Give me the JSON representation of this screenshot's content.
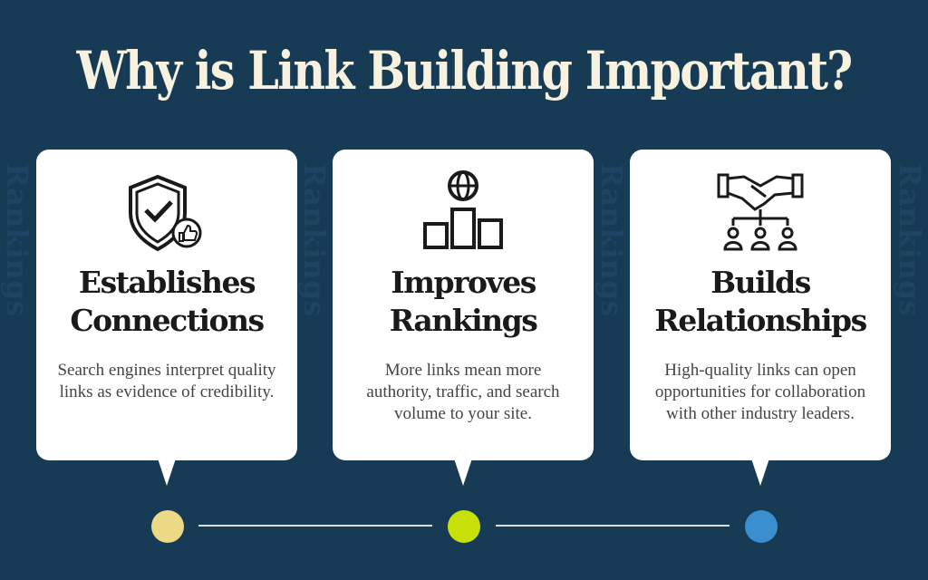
{
  "watermark": "Rankings",
  "title": "Why is Link Building Important?",
  "cards": [
    {
      "icon": "shield-check-thumbs-up-icon",
      "heading_line1": "Establishes",
      "heading_line2": "Connections",
      "description": "Search engines interpret quality links as evidence of credibility."
    },
    {
      "icon": "globe-podium-icon",
      "heading_line1": "Improves",
      "heading_line2": "Rankings",
      "description": "More links mean more authority, traffic, and search volume to your site."
    },
    {
      "icon": "handshake-network-icon",
      "heading_line1": "Builds",
      "heading_line2": "Relationships",
      "description": "High-quality links can open opportunities for collaboration with other industry leaders."
    }
  ],
  "colors": {
    "background": "#173a55",
    "dot1": "#ecd985",
    "dot2": "#c8e00a",
    "dot3": "#3a8fcf"
  }
}
